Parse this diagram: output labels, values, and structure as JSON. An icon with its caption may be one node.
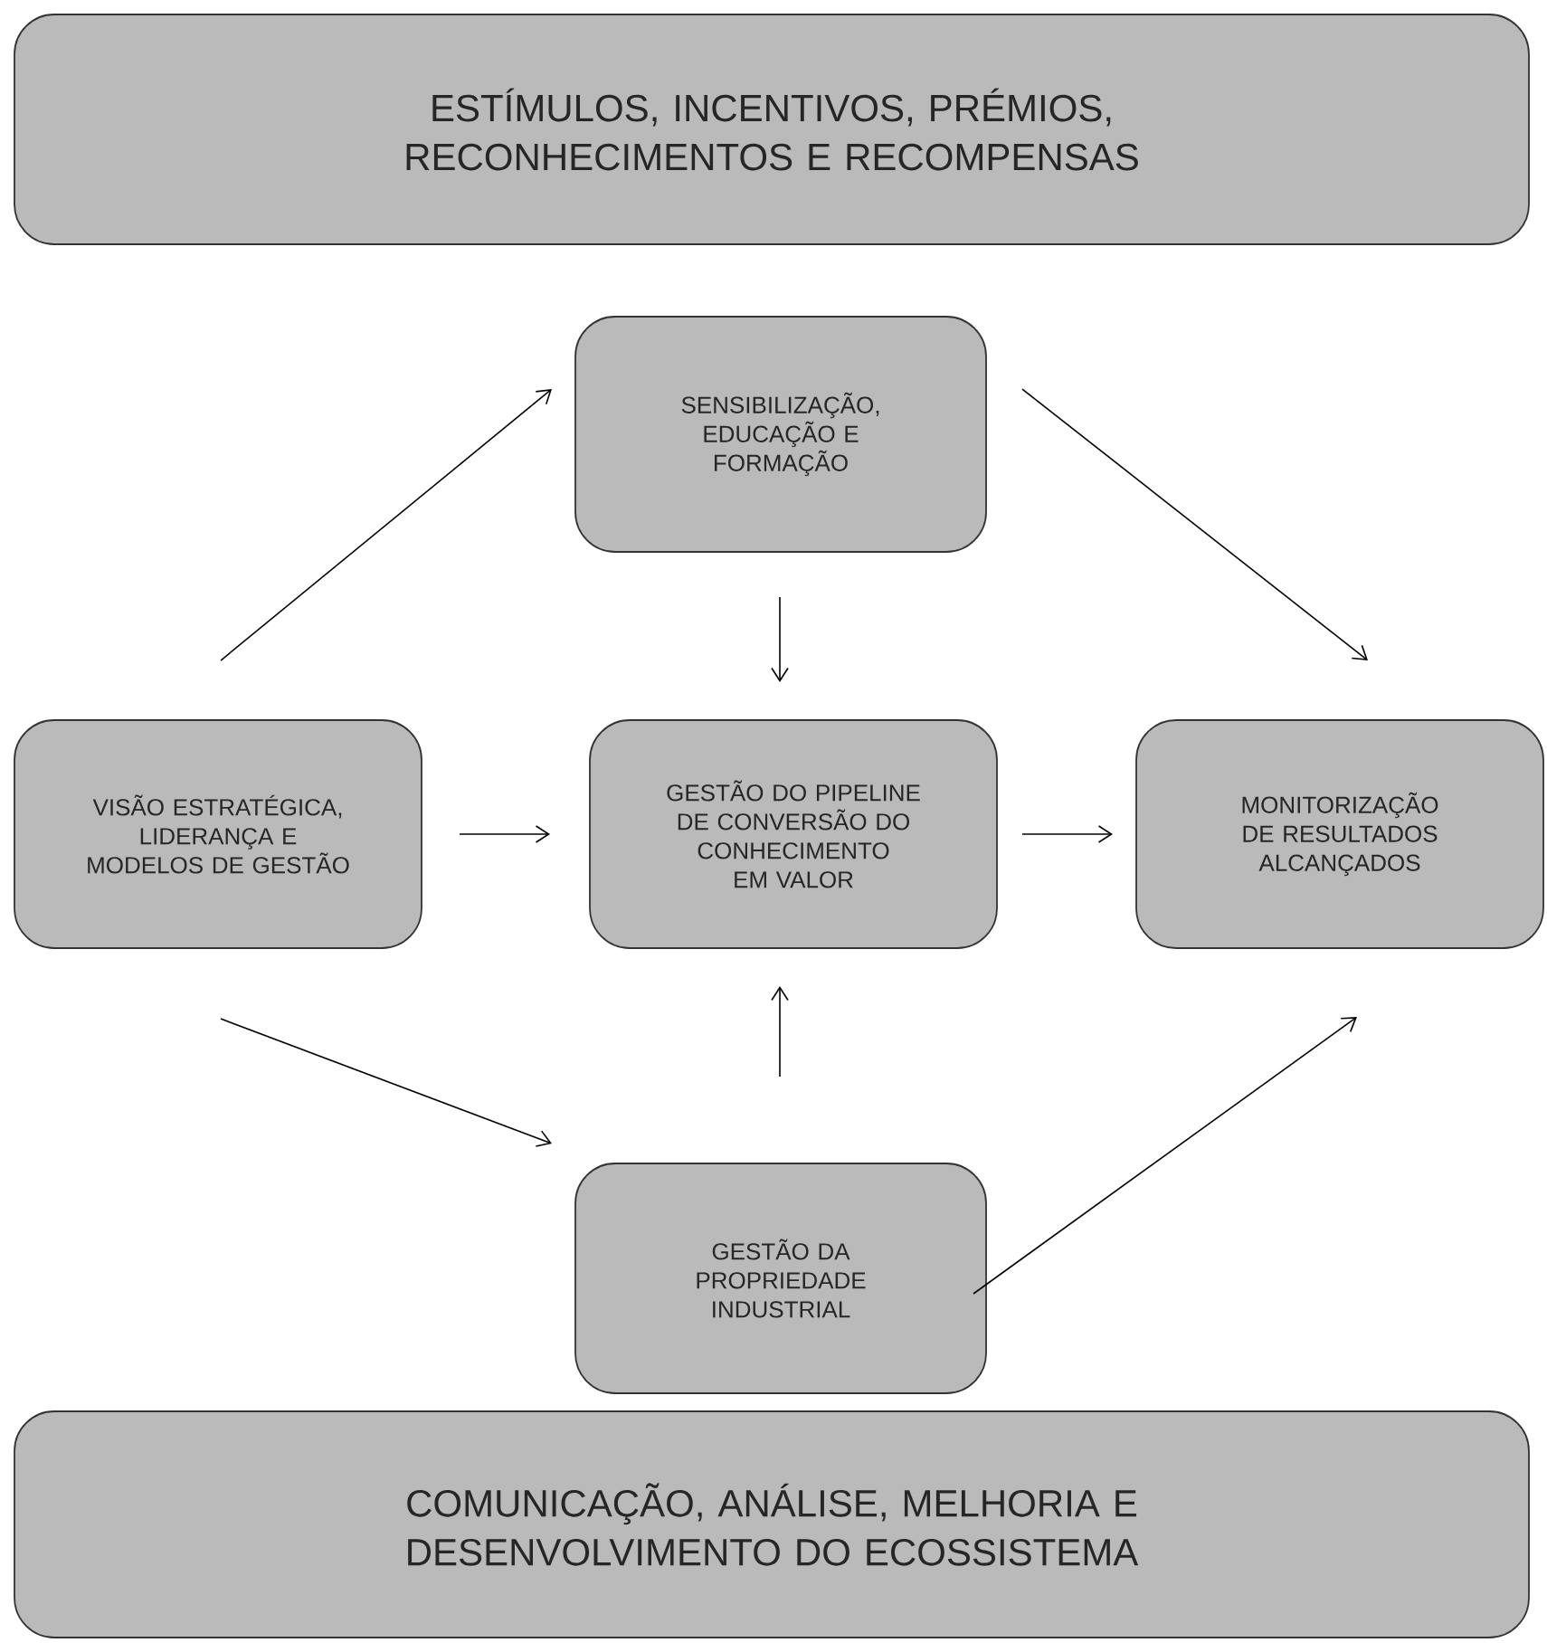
{
  "diagram": {
    "nodes": [
      {
        "text": [
          "ESTÍMULOS, INCENTIVOS, PRÉMIOS, RECONHECIMENTOS E RECOMPENSAS"
        ]
      },
      {
        "text": [
          "SENSIBILIZAÇÃO, EDUCAÇÃO E FORMAÇÃO"
        ]
      },
      {
        "text": [
          "VISÃO ESTRATÉGICA, LIDERANÇA E MODELOS DE GESTÃO"
        ]
      },
      {
        "text": [
          "GESTÃO DO PIPELINE DE CONVERSÃO DO CONHECIMENTO EM VALOR"
        ]
      },
      {
        "text": [
          "MONITORIZAÇÃO DE RESULTADOS ALCANÇADOS"
        ]
      },
      {
        "text": [
          "GESTÃO DA PROPRIEDADE INDUSTRIAL"
        ]
      },
      {
        "text": [
          "COMUNICAÇÃO, ANÁLISE, MELHORIA E DESENVOLVIMENTO DO ECOSSISTEMA"
        ]
      }
    ],
    "edges": [
      {
        "from": 2,
        "to": 1,
        "arrow": "to"
      },
      {
        "from": 1,
        "to": 4,
        "arrow": "to"
      },
      {
        "from": 1,
        "to": 3,
        "arrow": "to"
      },
      {
        "from": 2,
        "to": 3,
        "arrow": "to"
      },
      {
        "from": 3,
        "to": 4,
        "arrow": "to"
      },
      {
        "from": 5,
        "to": 3,
        "arrow": "to"
      },
      {
        "from": 2,
        "to": 5,
        "arrow": "to"
      },
      {
        "from": 5,
        "to": 4,
        "arrow": "to"
      }
    ]
  }
}
